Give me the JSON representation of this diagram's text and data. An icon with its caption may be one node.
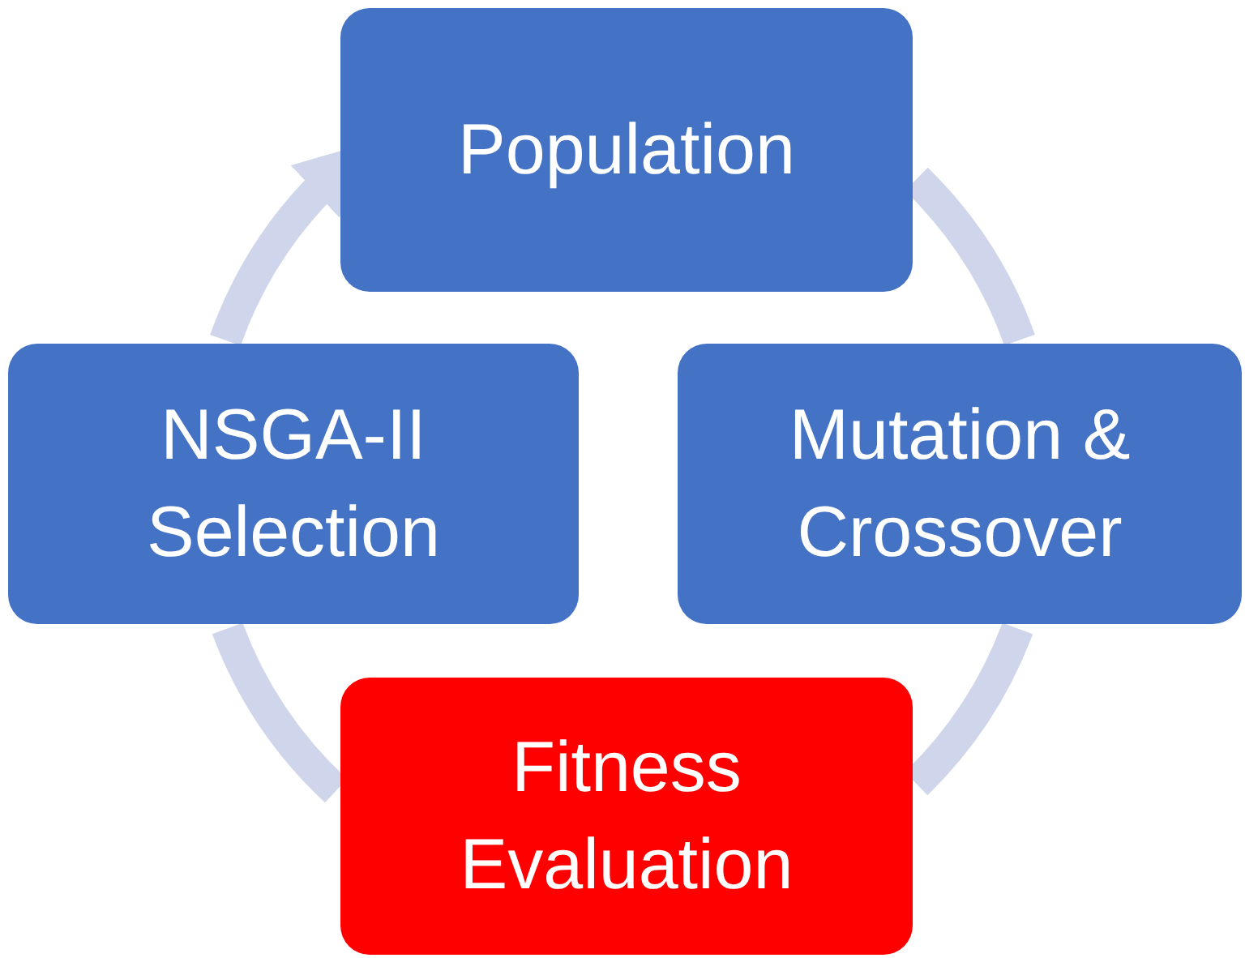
{
  "diagram": {
    "nodes": [
      {
        "text": [
          "Population"
        ]
      },
      {
        "text": [
          "Mutation & Crossover"
        ]
      },
      {
        "text": [
          "Fitness Evaluation"
        ]
      },
      {
        "text": [
          "NSGA-II Selection"
        ]
      }
    ],
    "edges": [
      {
        "from": 0,
        "to": 1,
        "arrow": "none"
      },
      {
        "from": 1,
        "to": 2,
        "arrow": "none"
      },
      {
        "from": 2,
        "to": 3,
        "arrow": "none"
      },
      {
        "from": 3,
        "to": 0,
        "arrow": "to"
      }
    ]
  }
}
